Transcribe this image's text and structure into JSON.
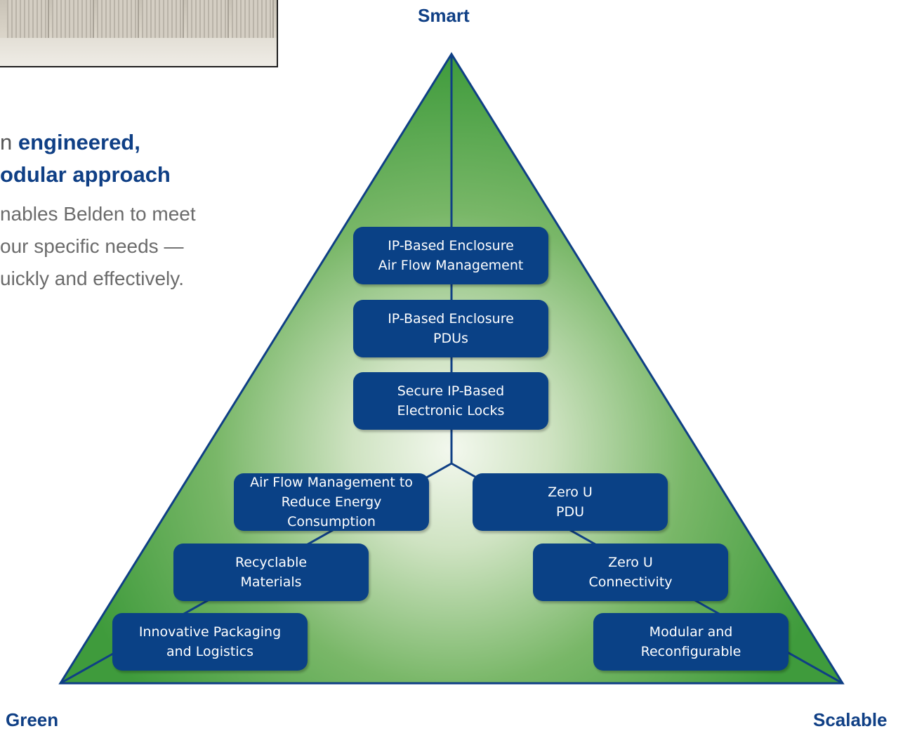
{
  "heading": {
    "line1_light": "n ",
    "line1_bold": "engineered,",
    "line2_bold": "odular approach"
  },
  "paragraph": [
    "nables Belden to meet",
    "our specific needs —",
    "uickly and effectively."
  ],
  "corners": {
    "top": "Smart",
    "left": "Green",
    "right": "Scalable"
  },
  "boxes": {
    "ip_airflow": "IP-Based Enclosure\nAir Flow Management",
    "ip_pdus": "IP-Based Enclosure\nPDUs",
    "locks": "Secure IP-Based\nElectronic Locks",
    "airflow_energy": "Air Flow Management to\nReduce Energy Consumption",
    "recyclable": "Recyclable\nMaterials",
    "packaging": "Innovative Packaging\nand Logistics",
    "zero_pdu": "Zero U\nPDU",
    "zero_conn": "Zero U\nConnectivity",
    "modular": "Modular and\nReconfigurable"
  },
  "colors": {
    "box": "#0a4186",
    "label": "#0f3f85",
    "triangle": "#3f9b3c"
  }
}
